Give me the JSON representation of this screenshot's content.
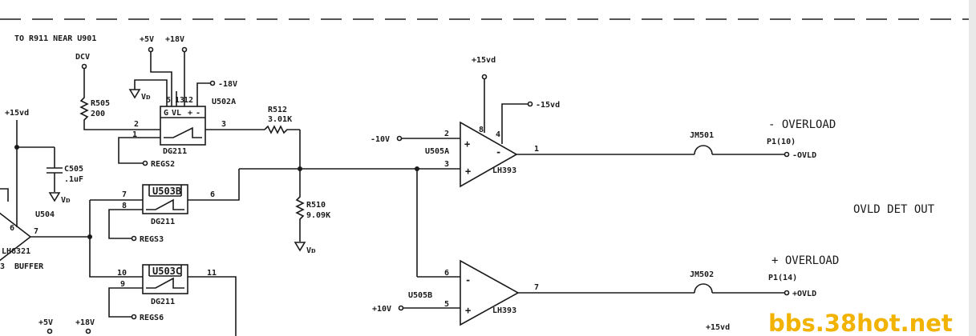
{
  "top_note": "TO R911 NEAR U901",
  "nets": {
    "dcv": "DCV",
    "p5v": "+5V",
    "p18v": "+18V",
    "n18v": "-18V",
    "p15vd": "+15vd",
    "n15vd": "-15vd",
    "n10v": "-10V",
    "p10v": "+10V",
    "vd": "Vᴅ"
  },
  "components": {
    "r505": {
      "ref": "R505",
      "value": "200"
    },
    "r512": {
      "ref": "R512",
      "value": "3.01K"
    },
    "r510": {
      "ref": "R510",
      "value": "9.09K"
    },
    "c505": {
      "ref": "C505",
      "value": ".1uF"
    },
    "u502a": {
      "ref": "U502A",
      "part": "DG211"
    },
    "u503b": {
      "ref": "U503B",
      "part": "DG211"
    },
    "u503c": {
      "ref": "U503C",
      "part": "DG211"
    },
    "u505a": {
      "ref": "U505A",
      "part": "LH393"
    },
    "u505b": {
      "ref": "U505B",
      "part": "LH393"
    },
    "u504": {
      "ref": "U504",
      "part": "LH6321",
      "role": "BUFFER"
    },
    "jm501": "JM501",
    "jm502": "JM502"
  },
  "u502_pins": {
    "p5": "5",
    "p13": "13",
    "p12": "12",
    "g": "G",
    "vl": "VL",
    "plus": "+",
    "minus": "-"
  },
  "pins": {
    "u502_in": "2",
    "u502_ctl": "1",
    "u502_out": "3",
    "u503b_in": "7",
    "u503b_ctl": "8",
    "u503b_out": "6",
    "u503c_in": "10",
    "u503c_ctl": "9",
    "u503c_out": "11",
    "u505a_minus": "2",
    "u505a_plus": "3",
    "u505a_v8": "8",
    "u505a_v4": "4",
    "u505a_out": "1",
    "u505b_minus": "6",
    "u505b_plus": "5",
    "u505b_out": "7",
    "buf_in": "6",
    "buf_out": "7",
    "buf_pin3": "3"
  },
  "signals": {
    "regs2": "REGS2",
    "regs3": "REGS3",
    "regs6": "REGS6",
    "minus_overload": "- OVERLOAD",
    "plus_overload": "+ OVERLOAD",
    "p1_10": "P1(10)",
    "p1_14": "P1(14)",
    "n_ovld": "-OVLD",
    "p_ovld": "+OVLD",
    "section": "OVLD DET OUT"
  },
  "watermark": "bbs.38hot.net"
}
